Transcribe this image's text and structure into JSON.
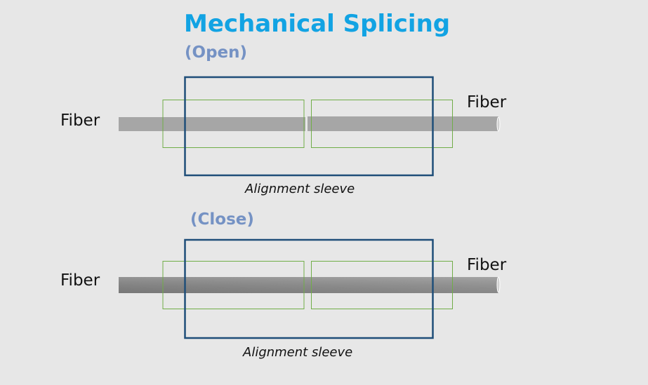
{
  "title": "Mechanical Splicing",
  "open": {
    "state_label": "(Open)",
    "fiber_left": "Fiber",
    "fiber_right": "Fiber",
    "sleeve_label": "Alignment sleeve"
  },
  "close": {
    "state_label": "(Close)",
    "fiber_left": "Fiber",
    "fiber_right": "Fiber",
    "sleeve_label": "Alignment sleeve"
  },
  "colors": {
    "title": "#12a3e3",
    "state": "#7592c4",
    "sleeve": "#1f4e79",
    "guide": "#70ad47",
    "fiber": "#a6a6a6"
  }
}
